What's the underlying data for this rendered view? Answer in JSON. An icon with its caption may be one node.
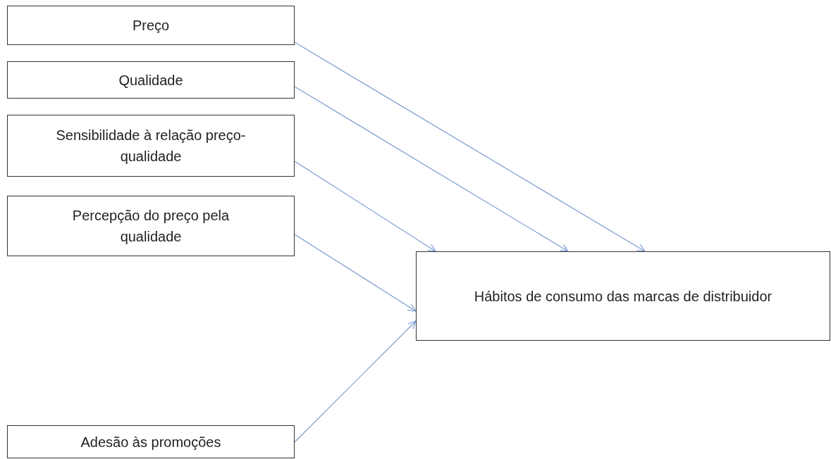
{
  "diagram": {
    "nodes": [
      {
        "text": [
          "Preço"
        ]
      },
      {
        "text": [
          "Qualidade"
        ]
      },
      {
        "text": [
          "Sensibilidade à relação preço-qualidade"
        ]
      },
      {
        "text": [
          "Percepção do preço pela qualidade"
        ]
      },
      {
        "text": [
          "Adesão às promoções"
        ]
      },
      {
        "text": [
          "Hábitos de consumo das marcas de distribuidor"
        ]
      }
    ],
    "edges": [
      {
        "from": 0,
        "to": 5,
        "arrow": "to"
      },
      {
        "from": 1,
        "to": 5,
        "arrow": "to"
      },
      {
        "from": 2,
        "to": 5,
        "arrow": "to"
      },
      {
        "from": 3,
        "to": 5,
        "arrow": "to"
      },
      {
        "from": 4,
        "to": 5,
        "arrow": "to"
      }
    ]
  }
}
